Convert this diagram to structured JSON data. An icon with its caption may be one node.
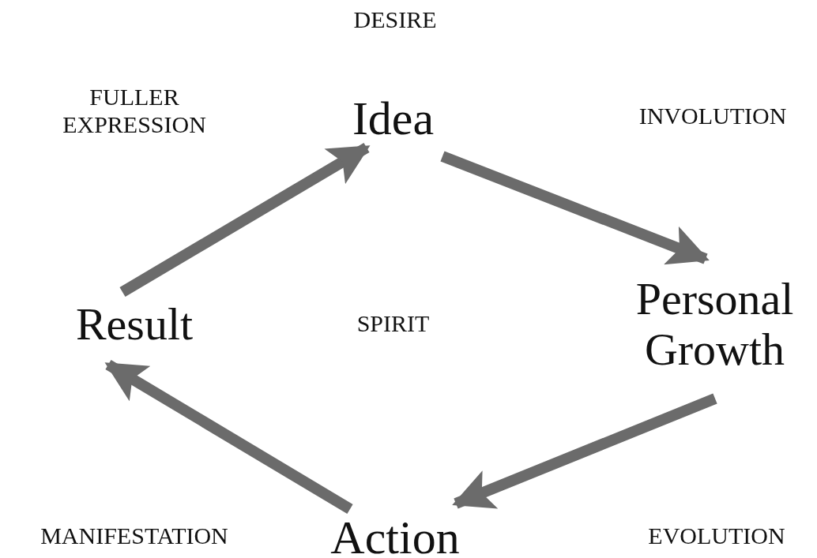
{
  "diagram": {
    "nodes": [
      {
        "text": [
          "Idea"
        ]
      },
      {
        "text": [
          "Personal Growth"
        ]
      },
      {
        "text": [
          "Action"
        ]
      },
      {
        "text": [
          "Result"
        ]
      }
    ],
    "edges": [
      {
        "from": 0,
        "to": 1,
        "arrow": "to"
      },
      {
        "from": 1,
        "to": 2,
        "arrow": "to"
      },
      {
        "from": 2,
        "to": 3,
        "arrow": "to"
      },
      {
        "from": 3,
        "to": 0,
        "arrow": "to"
      }
    ],
    "labels": [
      "DESIRE",
      "FULLER EXPRESSION",
      "INVOLUTION",
      "SPIRIT",
      "MANIFESTATION",
      "EVOLUTION"
    ]
  }
}
